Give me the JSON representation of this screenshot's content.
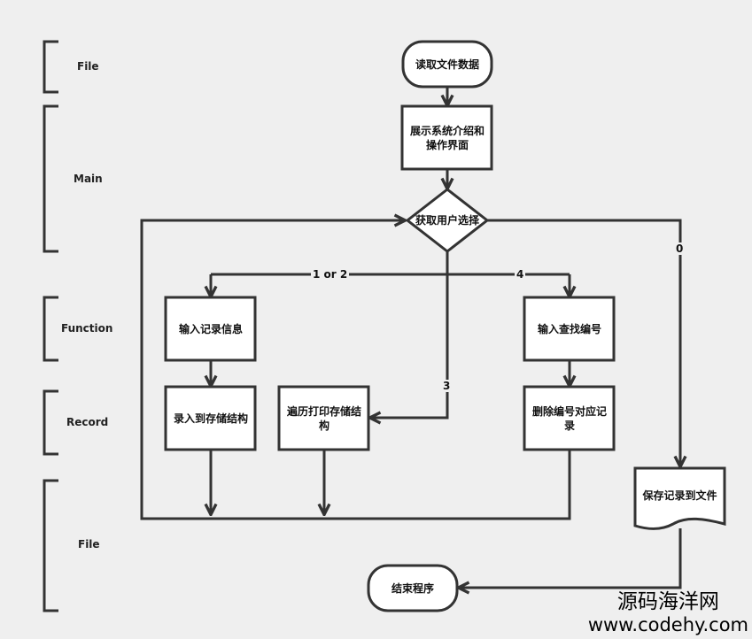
{
  "lanes": {
    "file_top": "File",
    "main": "Main",
    "function": "Function",
    "record": "Record",
    "file_bottom": "File"
  },
  "nodes": {
    "read": "读取文件数据",
    "show": "展示系统介绍和操作界面",
    "choose": "获取用户选择",
    "input_record": "输入记录信息",
    "store": "录入到存储结构",
    "traverse": "遍历打印存储结构",
    "input_id": "输入查找编号",
    "delete": "删除编号对应记录",
    "save": "保存记录到文件",
    "end": "结束程序"
  },
  "edge_labels": {
    "opt12": "1 or 2",
    "opt3": "3",
    "opt4": "4",
    "opt0": "0"
  },
  "watermark": {
    "line1": "源码海洋网",
    "line2": "www.codehy.com"
  }
}
